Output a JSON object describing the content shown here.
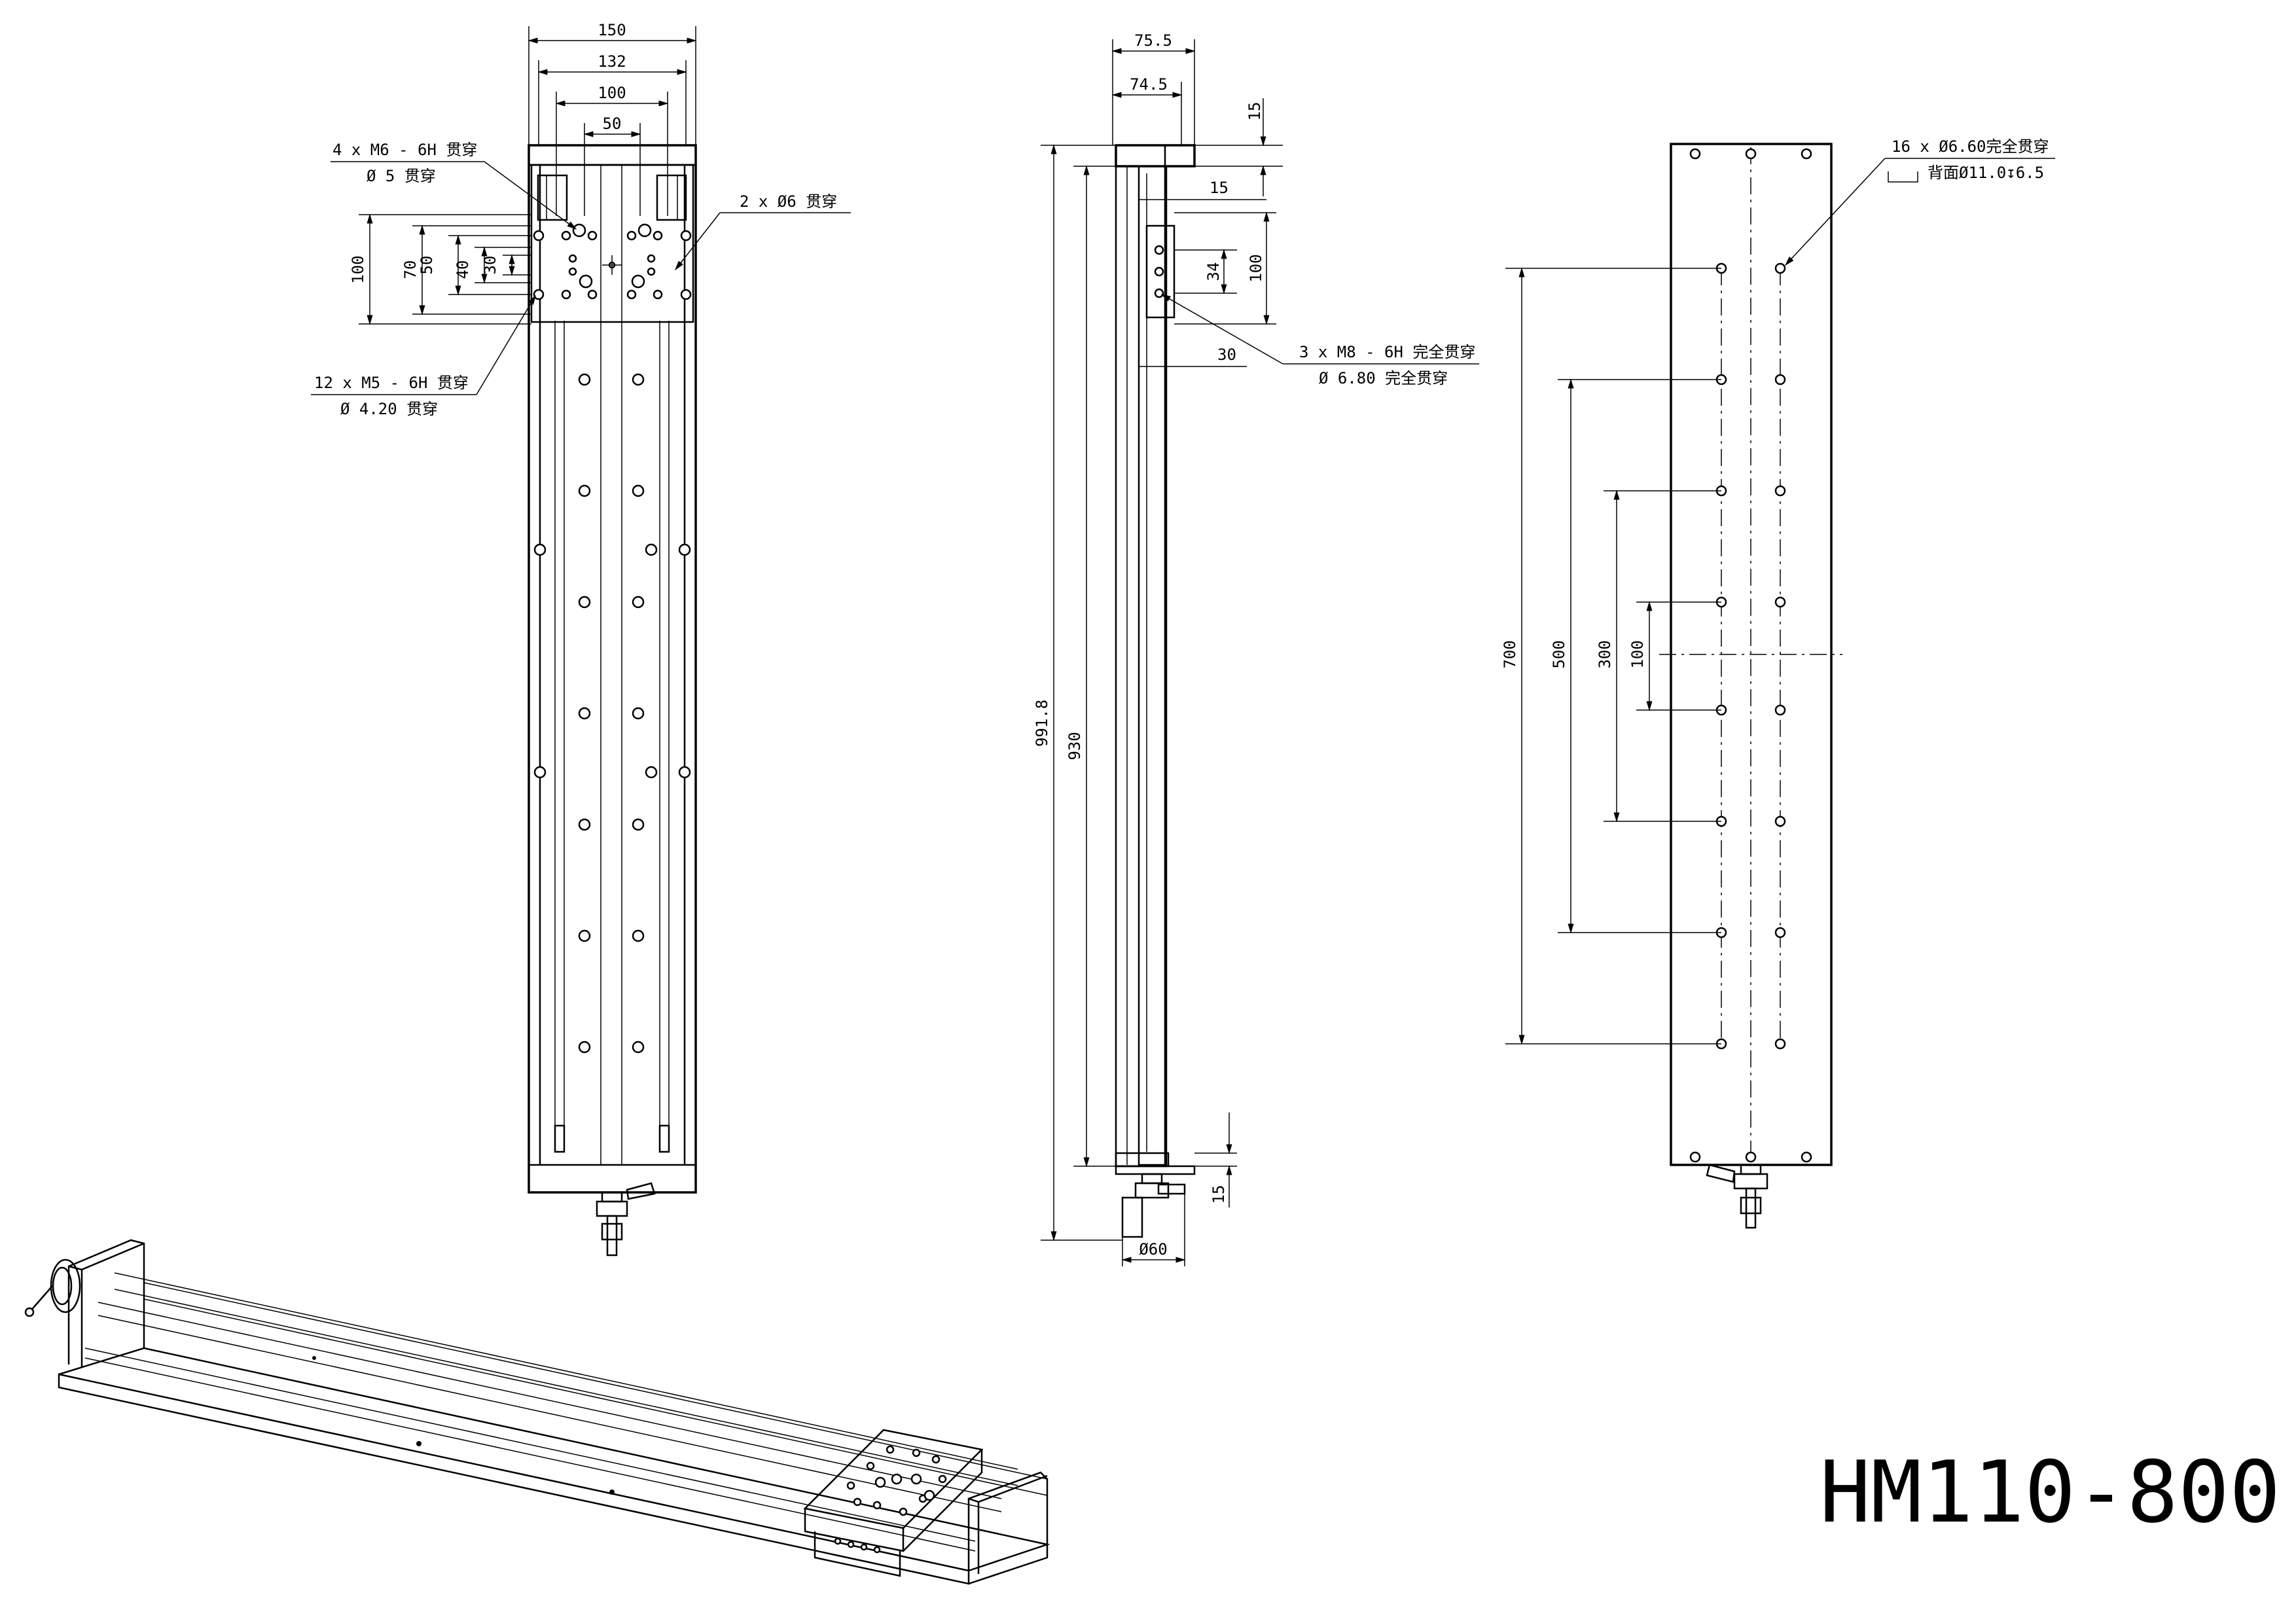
{
  "model": "HM110-800",
  "front_view": {
    "dims_top": [
      "150",
      "132",
      "100",
      "50"
    ],
    "dims_left": [
      "100",
      "70",
      "50",
      "40",
      "30"
    ],
    "callouts": [
      {
        "line1": "4 x  M6 - 6H 贯穿",
        "line2": "Ø 5 贯穿"
      },
      {
        "line1": "2 x Ø6 贯穿",
        "line2": ""
      },
      {
        "line1": "12 x  M5 - 6H 贯穿",
        "line2": "Ø 4.20 贯穿"
      }
    ]
  },
  "side_view": {
    "dims_top": [
      "75.5",
      "74.5"
    ],
    "dims_right": [
      "15",
      "15",
      "34",
      "100",
      "30",
      "15"
    ],
    "dims_left": [
      "991.8",
      "930"
    ],
    "dim_bottom": "Ø60",
    "callout": {
      "line1": "3 x  M8 - 6H 完全贯穿",
      "line2": "Ø 6.80 完全贯穿"
    }
  },
  "rear_view": {
    "dims_left": [
      "700",
      "500",
      "300",
      "100"
    ],
    "callout": {
      "line1": "16 x Ø6.60完全贯穿",
      "line2": "背面Ø11.0↧6.5"
    }
  }
}
